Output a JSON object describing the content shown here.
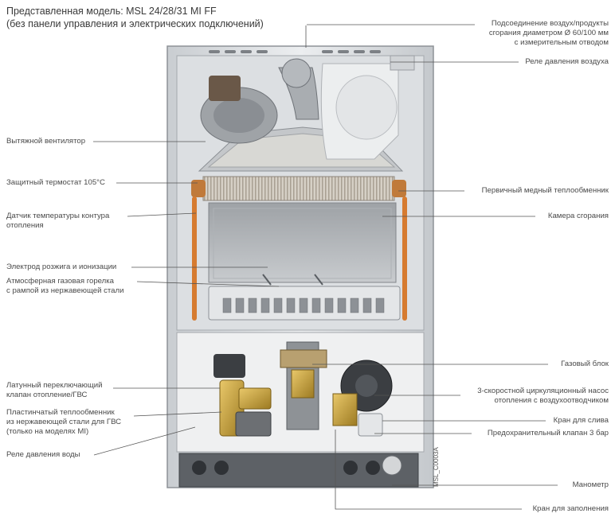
{
  "title": {
    "line1": "Представленная модель: MSL 24/28/31 MI FF",
    "line2": "(без панели управления и электрических подключений)"
  },
  "labels_left": [
    {
      "id": "fan",
      "lines": [
        "Вытяжной вентилятор"
      ]
    },
    {
      "id": "thermostat",
      "lines": [
        "Защитный термостат 105°C"
      ]
    },
    {
      "id": "sensor",
      "lines": [
        "Датчик температуры контура",
        "отопления"
      ]
    },
    {
      "id": "electrode",
      "lines": [
        "Электрод розжига и ионизации"
      ]
    },
    {
      "id": "burner",
      "lines": [
        "Атмосферная газовая горелка",
        "с рампой из нержавеющей стали"
      ]
    },
    {
      "id": "valve3way",
      "lines": [
        "Латунный переключающий",
        "клапан отопление/ГВС"
      ]
    },
    {
      "id": "plate_hx",
      "lines": [
        "Пластинчатый теплообменник",
        "из нержавеющей стали для ГВС",
        "(только на моделях MI)"
      ]
    },
    {
      "id": "water_pressure",
      "lines": [
        "Реле давления воды"
      ]
    }
  ],
  "labels_right": [
    {
      "id": "flue",
      "lines": [
        "Подсоединение воздух/продукты",
        "сгорания диаметром Ø 60/100 мм",
        "с измерительным отводом"
      ]
    },
    {
      "id": "air_pressure",
      "lines": [
        "Реле давления воздуха"
      ]
    },
    {
      "id": "primary_hx",
      "lines": [
        "Первичный медный теплообменник"
      ]
    },
    {
      "id": "chamber",
      "lines": [
        "Камера сгорания"
      ]
    },
    {
      "id": "gas_block",
      "lines": [
        "Газовый блок"
      ]
    },
    {
      "id": "pump",
      "lines": [
        "3-скоростной циркуляционный насос",
        "отопления с воздухоотводчиком"
      ]
    },
    {
      "id": "drain",
      "lines": [
        "Кран для слива"
      ]
    },
    {
      "id": "safety_valve",
      "lines": [
        "Предохранительный клапан 3 бар"
      ]
    },
    {
      "id": "manometer",
      "lines": [
        "Манометр"
      ]
    },
    {
      "id": "fill_tap",
      "lines": [
        "Кран для заполнения"
      ]
    }
  ],
  "code_mark": "MSL_C0003A",
  "colors": {
    "frame": "#d9dcdf",
    "frame_edge": "#9a9ea3",
    "chamber": "#b9bcbf",
    "copper": "#d9823a",
    "brass": "#c9a43c",
    "leader": "#555555"
  }
}
